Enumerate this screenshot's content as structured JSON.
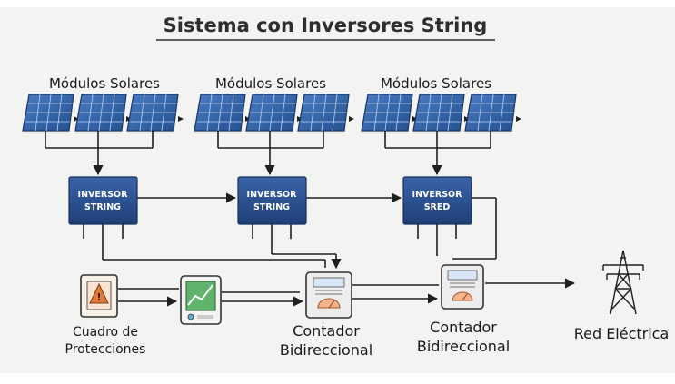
{
  "title": "Sistema con Inversores String",
  "solar_groups": [
    {
      "label": "Módulos Solares"
    },
    {
      "label": "Módulos Solares"
    },
    {
      "label": "Módulos Solares"
    }
  ],
  "inverters": [
    {
      "line1": "INVERSOR",
      "line2": "STRING"
    },
    {
      "line1": "INVERSOR",
      "line2": "STRING"
    },
    {
      "line1": "INVERSOR",
      "line2": "SRED"
    }
  ],
  "devices": {
    "protections": {
      "line1": "Cuadro de",
      "line2": "Protecciones",
      "icon": "warning-panel-icon"
    },
    "monitor": {
      "icon": "monitor-tablet-icon"
    },
    "meter1": {
      "line1": "Contador",
      "line2": "Bidireccional",
      "icon": "bidirectional-meter-icon"
    },
    "meter2": {
      "line1": "Contador",
      "line2": "Bidireccional",
      "icon": "bidirectional-meter-icon"
    },
    "grid": {
      "label": "Red Eléctrica",
      "icon": "power-tower-icon"
    }
  },
  "colors": {
    "panel": "#2f5fa8",
    "inverter": "#2c4f8e",
    "warning": "#e07a3a",
    "monitor_screen": "#5fb36a",
    "line": "#1f1f1f"
  }
}
